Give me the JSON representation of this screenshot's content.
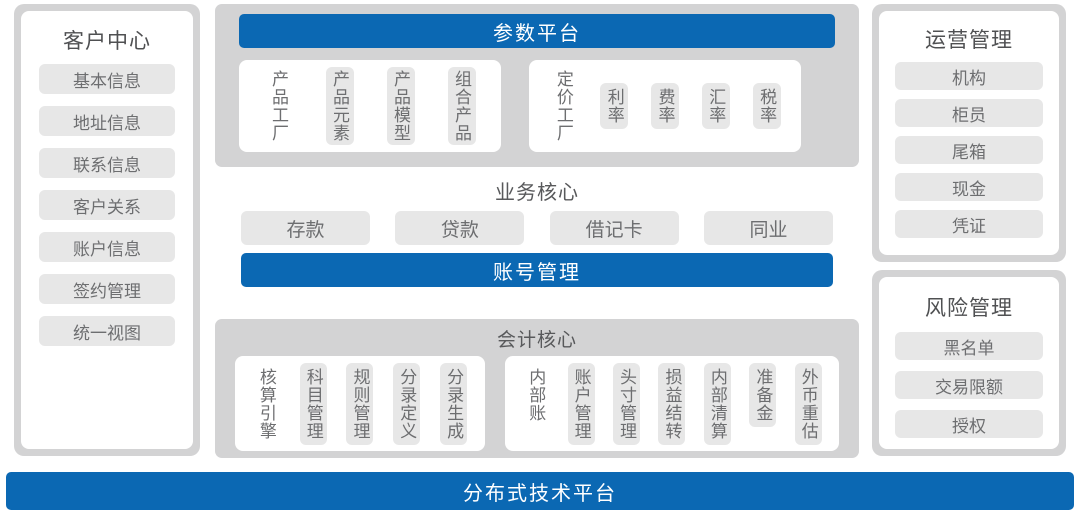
{
  "customer_center": {
    "title": "客户中心",
    "items": [
      "基本信息",
      "地址信息",
      "联系信息",
      "客户关系",
      "账户信息",
      "签约管理",
      "统一视图"
    ]
  },
  "params_platform": {
    "title": "参数平台",
    "groups": [
      {
        "name": "product-factory-group",
        "items": [
          {
            "label": "产品工厂",
            "style": "plain",
            "chars": 4
          },
          {
            "label": "产品元素",
            "style": "chip",
            "chars": 4
          },
          {
            "label": "产品模型",
            "style": "chip",
            "chars": 4
          },
          {
            "label": "组合产品",
            "style": "chip",
            "chars": 4
          }
        ]
      },
      {
        "name": "pricing-factory-group",
        "items": [
          {
            "label": "定价工厂",
            "style": "plain",
            "chars": 4
          },
          {
            "label": "利率",
            "style": "chip",
            "chars": 2
          },
          {
            "label": "费率",
            "style": "chip",
            "chars": 2
          },
          {
            "label": "汇率",
            "style": "chip",
            "chars": 2
          },
          {
            "label": "税率",
            "style": "chip",
            "chars": 2
          }
        ]
      }
    ]
  },
  "business_core": {
    "title": "业务核心",
    "items": [
      "存款",
      "贷款",
      "借记卡",
      "同业"
    ],
    "account_management": "账号管理"
  },
  "accounting_core": {
    "title": "会计核心",
    "groups": [
      {
        "name": "accounting-engine-group",
        "items": [
          {
            "label": "核算引擎",
            "style": "plain",
            "chars": 4
          },
          {
            "label": "科目管理",
            "style": "chip",
            "chars": 4
          },
          {
            "label": "规则管理",
            "style": "chip",
            "chars": 4
          },
          {
            "label": "分录定义",
            "style": "chip",
            "chars": 4
          },
          {
            "label": "分录生成",
            "style": "chip",
            "chars": 4
          }
        ]
      },
      {
        "name": "internal-ledger-group",
        "items": [
          {
            "label": "内部账",
            "style": "plain",
            "chars": 3
          },
          {
            "label": "账户管理",
            "style": "chip",
            "chars": 4
          },
          {
            "label": "头寸管理",
            "style": "chip",
            "chars": 4
          },
          {
            "label": "损益结转",
            "style": "chip",
            "chars": 4
          },
          {
            "label": "内部清算",
            "style": "chip",
            "chars": 4
          },
          {
            "label": "准备金",
            "style": "chip",
            "chars": 3
          },
          {
            "label": "外币重估",
            "style": "chip",
            "chars": 4
          }
        ]
      }
    ]
  },
  "operations_management": {
    "title": "运营管理",
    "items": [
      "机构",
      "柜员",
      "尾箱",
      "现金",
      "凭证"
    ]
  },
  "risk_management": {
    "title": "风险管理",
    "items": [
      "黑名单",
      "交易限额",
      "授权"
    ]
  },
  "tech_platform": {
    "title": "分布式技术平台"
  },
  "colors": {
    "brand_blue": "#0b68b3",
    "container_gray": "#d3d3d4",
    "chip_gray": "#e7e7e7",
    "text_gray": "#6d6e70",
    "title_gray": "#4f5052"
  }
}
